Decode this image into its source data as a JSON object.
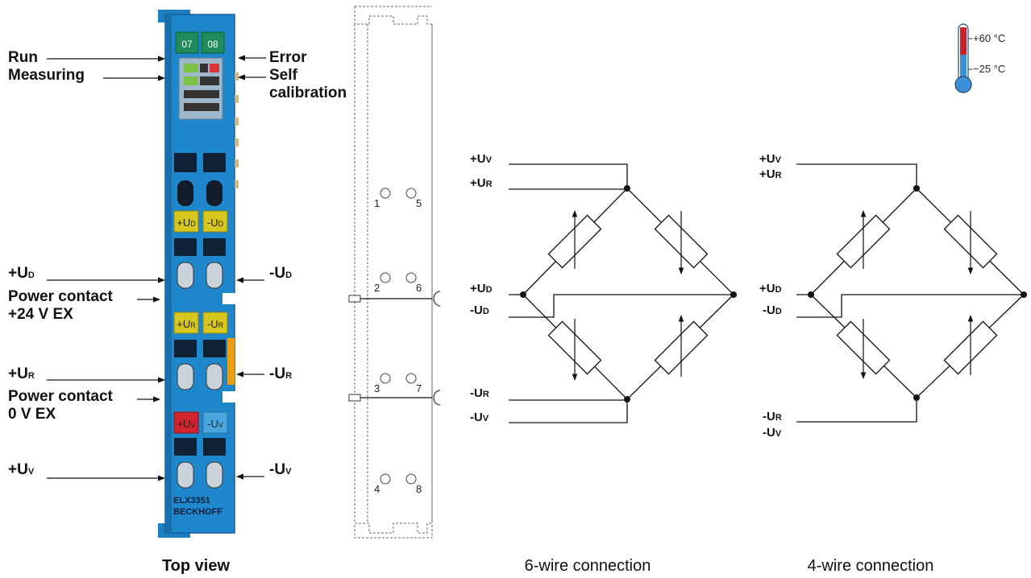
{
  "terminal": {
    "led_numbers": [
      "07",
      "08"
    ],
    "channel_labels": [
      {
        "main": "+U",
        "sub": "D"
      },
      {
        "main": "-U",
        "sub": "D"
      },
      {
        "main": "+U",
        "sub": "R"
      },
      {
        "main": "-U",
        "sub": "R"
      },
      {
        "main": "+U",
        "sub": "V"
      },
      {
        "main": "-U",
        "sub": "V"
      }
    ],
    "model": "ELX3351",
    "brand": "BECKHOFF"
  },
  "labels": {
    "run": "Run",
    "measuring": "Measuring",
    "error": "Error",
    "self_calibration_1": "Self",
    "self_calibration_2": "calibration",
    "plus_ud": {
      "main": "+U",
      "sub": "D"
    },
    "minus_ud": {
      "main": "-U",
      "sub": "D"
    },
    "power_contact_24_1": "Power contact",
    "power_contact_24_2": "+24 V EX",
    "plus_ur": {
      "main": "+U",
      "sub": "R"
    },
    "minus_ur": {
      "main": "-U",
      "sub": "R"
    },
    "power_contact_0_1": "Power contact",
    "power_contact_0_2": "0 V EX",
    "plus_uv": {
      "main": "+U",
      "sub": "V"
    },
    "minus_uv": {
      "main": "-U",
      "sub": "V"
    }
  },
  "captions": {
    "top_view": "Top view",
    "six_wire": "6-wire connection",
    "four_wire": "4-wire connection"
  },
  "outline_numbers": [
    "1",
    "5",
    "2",
    "6",
    "3",
    "7",
    "4",
    "8"
  ],
  "temperature": {
    "max": "+60 °C",
    "min": "−25 °C"
  },
  "six_wire_labels": {
    "uv_plus": {
      "main": "+U",
      "sub": "V"
    },
    "ur_plus": {
      "main": "+U",
      "sub": "R"
    },
    "ud_plus": {
      "main": "+U",
      "sub": "D"
    },
    "ud_minus": {
      "main": "-U",
      "sub": "D"
    },
    "ur_minus": {
      "main": "-U",
      "sub": "R"
    },
    "uv_minus": {
      "main": "-U",
      "sub": "V"
    }
  },
  "four_wire_labels": {
    "uv_plus": {
      "main": "+U",
      "sub": "V"
    },
    "ur_plus": {
      "main": "+U",
      "sub": "R"
    },
    "ud_plus": {
      "main": "+U",
      "sub": "D"
    },
    "ud_minus": {
      "main": "-U",
      "sub": "D"
    },
    "ur_minus": {
      "main": "-U",
      "sub": "R"
    },
    "uv_minus": {
      "main": "-U",
      "sub": "V"
    }
  }
}
